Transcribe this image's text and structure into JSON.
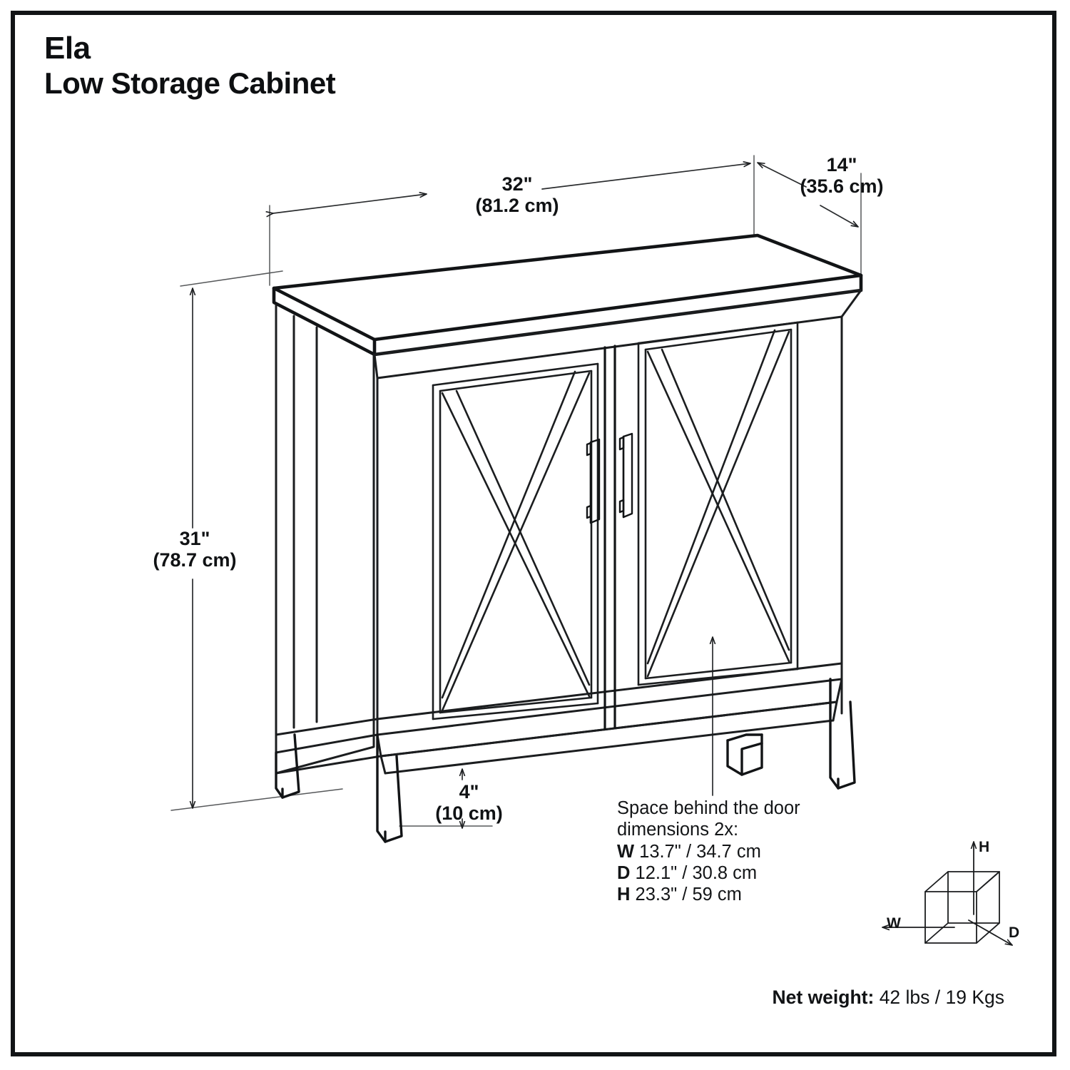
{
  "document": {
    "product_name": "Ela",
    "product_type": "Low Storage Cabinet",
    "net_weight_label": "Net weight:",
    "net_weight_value": "42 lbs / 19 Kgs"
  },
  "dimensions": {
    "width": {
      "imperial": "32\"",
      "metric": "(81.2 cm)"
    },
    "depth": {
      "imperial": "14\"",
      "metric": "(35.6 cm)"
    },
    "height": {
      "imperial": "31\"",
      "metric": "(78.7 cm)"
    },
    "leg_clearance": {
      "imperial": "4\"",
      "metric": "(10 cm)"
    }
  },
  "callout": {
    "line1": "Space behind the door",
    "line2": "dimensions 2x:",
    "w_label": "W",
    "w_value": "13.7\" / 34.7 cm",
    "d_label": "D",
    "d_value": "12.1\" / 30.8 cm",
    "h_label": "H",
    "h_value": "23.3\" / 59 cm"
  },
  "axis_legend": {
    "h": "H",
    "w": "W",
    "d": "D"
  },
  "colors": {
    "ink": "#121416",
    "line": "#1b1d1f",
    "thin": "#2a2c2e",
    "background": "#ffffff"
  }
}
